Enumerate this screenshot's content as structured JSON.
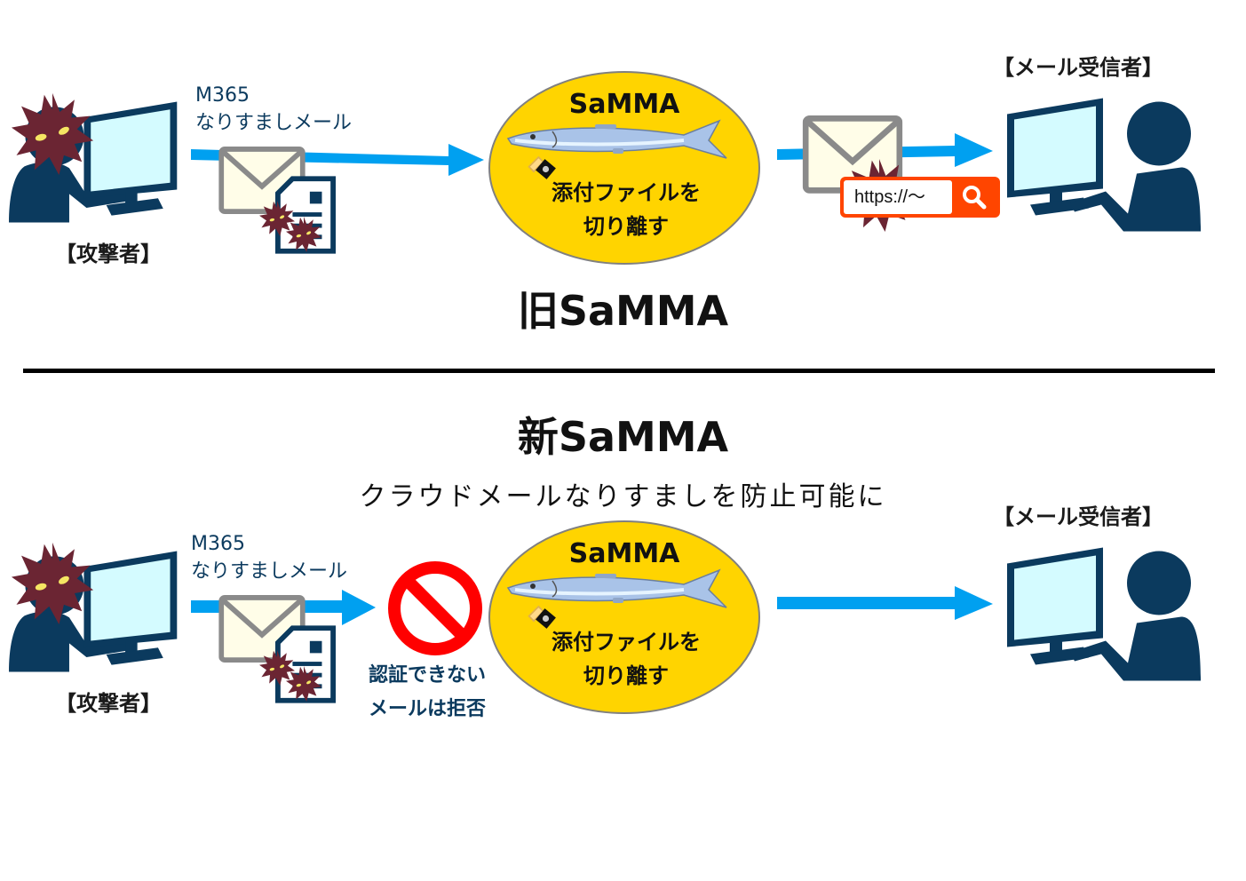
{
  "old_section": {
    "title": "旧SaMMA",
    "attacker_label": "【攻撃者】",
    "mail_label_line1": "M365",
    "mail_label_line2": "なりすましメール",
    "samma_title": "SaMMA",
    "samma_desc_line1": "添付ファイルを",
    "samma_desc_line2": "切り離す",
    "receiver_label": "【メール受信者】",
    "url_text": "https://～",
    "icons": [
      "attacker-icon",
      "mail-with-virus-icon",
      "document-icon",
      "saury-fish-icon",
      "key-lock-icon",
      "virus-mail-icon",
      "search-icon",
      "receiver-icon"
    ]
  },
  "new_section": {
    "title": "新SaMMA",
    "subtitle": "クラウドメールなりすましを防止可能に",
    "attacker_label": "【攻撃者】",
    "mail_label_line1": "M365",
    "mail_label_line2": "なりすましメール",
    "blocked_label_line1": "認証できない",
    "blocked_label_line2": "メールは拒否",
    "samma_title": "SaMMA",
    "samma_desc_line1": "添付ファイルを",
    "samma_desc_line2": "切り離す",
    "receiver_label": "【メール受信者】",
    "icons": [
      "attacker-icon",
      "mail-with-virus-icon",
      "document-icon",
      "prohibited-icon",
      "saury-fish-icon",
      "key-lock-icon",
      "receiver-icon"
    ]
  },
  "colors": {
    "arrow": "#00a0f0",
    "person": "#0b3a5e",
    "screen": "#d4fbff",
    "virus": "#6b2533",
    "samma_fill": "#ffd400",
    "prohibit": "#ff0000",
    "url_accent": "#ff4500"
  }
}
